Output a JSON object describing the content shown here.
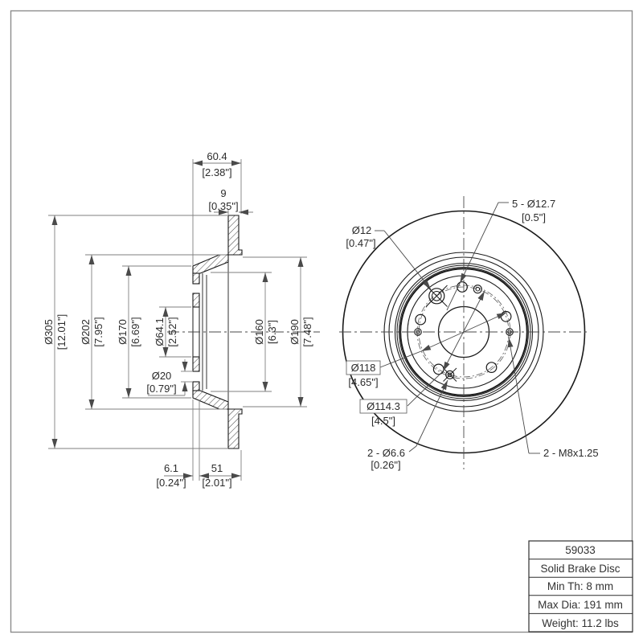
{
  "colors": {
    "object_line": "#1a1a1a",
    "dimension_line": "#7f7f7f",
    "background": "#ffffff"
  },
  "section": {
    "top_width": {
      "metric": "60.4",
      "imperial": "[2.38\"]"
    },
    "plate_th": {
      "metric": "9",
      "imperial": "[0.35\"]"
    },
    "outer_dia": {
      "metric": "Ø305",
      "imperial": "[12.01\"]"
    },
    "shoulder_dia": {
      "metric": "Ø202",
      "imperial": "[7.95\"]"
    },
    "hat_dia": {
      "metric": "Ø170",
      "imperial": "[6.69\"]"
    },
    "bore_dia": {
      "metric": "Ø64.1",
      "imperial": "[2.52\"]"
    },
    "hole_dia": {
      "metric": "Ø20",
      "imperial": "[0.79\"]"
    },
    "drum_inner_dia": {
      "metric": "Ø160",
      "imperial": "[6.3\"]"
    },
    "inner_dia": {
      "metric": "Ø190",
      "imperial": "[7.48\"]"
    },
    "wall_th": {
      "metric": "6.1",
      "imperial": "[0.24\"]"
    },
    "hat_depth": {
      "metric": "51",
      "imperial": "[2.01\"]"
    }
  },
  "front": {
    "lug_holes": {
      "label": "5 - Ø12.7",
      "imperial": "[0.5\"]"
    },
    "pin_hole": {
      "label": "Ø12",
      "imperial": "[0.47\"]"
    },
    "bolt_circle_1": {
      "label": "Ø118",
      "imperial": "[4.65\"]"
    },
    "bolt_circle_2": {
      "label": "Ø114.3",
      "imperial": "[4.5\"]"
    },
    "screw_holes": {
      "label": "2 - Ø6.6",
      "imperial": "[0.26\"]"
    },
    "thread_holes": {
      "label": "2 - M8x1.25"
    }
  },
  "title_block": {
    "rows": [
      "59033",
      "Solid Brake Disc",
      "Min Th: 8 mm",
      "Max Dia: 191 mm",
      "Weight: 11.2 lbs"
    ]
  }
}
